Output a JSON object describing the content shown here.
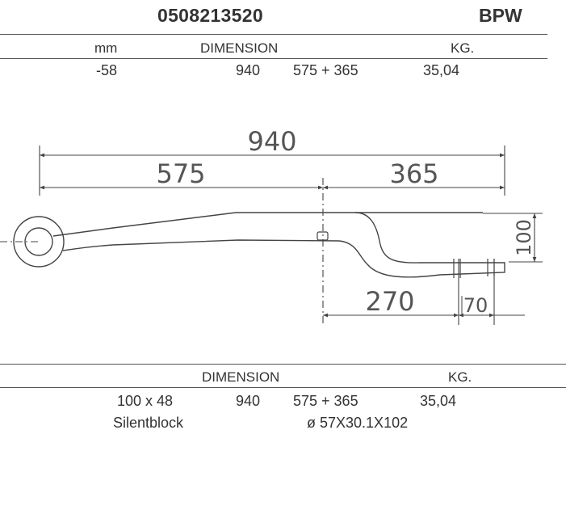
{
  "header": {
    "part_number": "0508213520",
    "brand": "BPW"
  },
  "top_table": {
    "col_mm": "mm",
    "col_dimension": "DIMENSION",
    "col_kg": "KG.",
    "row": {
      "mm": "-58",
      "length": "940",
      "split": "575 + 365",
      "kg": "35,04"
    }
  },
  "drawing": {
    "total_length": "940",
    "front_length": "575",
    "rear_length": "365",
    "drop_height": "100",
    "rear_offset": "270",
    "end_width": "70"
  },
  "bottom_table": {
    "col_dimension": "DIMENSION",
    "col_kg": "KG.",
    "row": {
      "section": "100 x 48",
      "length": "940",
      "split": "575 + 365",
      "kg": "35,04"
    },
    "bushing_label": "Silentblock",
    "bushing_size": "ø  57X30.1X102"
  }
}
